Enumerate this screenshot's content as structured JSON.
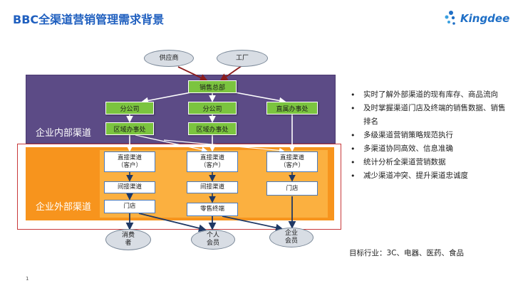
{
  "title": "BBC全渠道营销管理需求背景",
  "logo": {
    "text": "Kingdee",
    "icon": "kingdee-dots-icon"
  },
  "diagram": {
    "inner_label": "企业内部渠道",
    "outer_label": "企业外部渠道",
    "supplier": "供应商",
    "factory": "工厂",
    "hq": "销售总部",
    "branch1": "分公司",
    "branch2": "分公司",
    "direct_office": "直属办事处",
    "region1": "区域办事处",
    "region2": "区域办事处",
    "direct_ch1": "直接渠道\n（客户）",
    "direct_ch2": "直接渠道\n（客户）",
    "direct_ch3": "直接渠道\n（客户）",
    "indirect1": "间接渠道",
    "indirect2": "间接渠道",
    "store1": "门店",
    "store2": "门店",
    "retail": "零售终端",
    "consumer": "消费\n者",
    "personal_member": "个人\n会员",
    "corporate_member": "企业\n会员"
  },
  "bullets": [
    "实时了解外部渠道的现有库存、商品流向",
    "及时掌握渠道门店及终端的销售数据、销售排名",
    "多级渠道营销策略规范执行",
    "多渠道协同高效、信息准确",
    "统计分析全渠道营销数据",
    "减少渠道冲突、提升渠道忠诚度"
  ],
  "target": "目标行业：3C、电器、医药、食品",
  "page_number": "1",
  "colors": {
    "title": "#1f5fbf",
    "inner_band": "#5c4b86",
    "outer_band": "#f7941d",
    "green_box": "#7bc43f",
    "frame": "#c8393a",
    "arrow_red": "#8b1c1c",
    "arrow_navy": "#1f3864"
  }
}
